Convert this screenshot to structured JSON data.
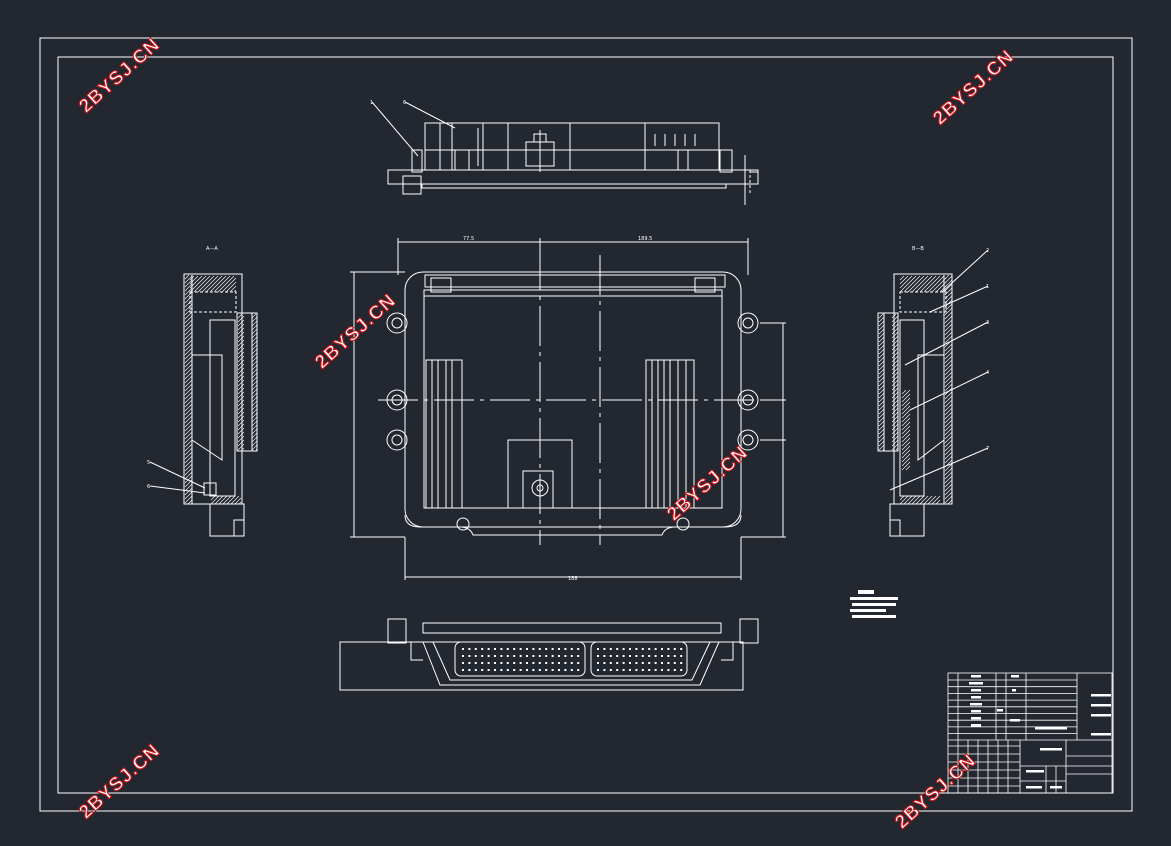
{
  "drawing": {
    "background": "#222730",
    "line_color": "#ffffff",
    "watermark": {
      "text": "2BYSJ.CN",
      "fill": "#ffffff",
      "outline": "#d0161b"
    },
    "dimensions": {
      "top_left": "77.5",
      "top_right": "189.5",
      "bottom": "188"
    },
    "section_labels": {
      "left": "A—A",
      "right": "B—B"
    },
    "part_numbers": {
      "top_view": [
        "1",
        "6"
      ],
      "left_view": [
        "5",
        "6"
      ],
      "right_view": [
        "2",
        "1",
        "3",
        "4",
        "7"
      ]
    }
  }
}
